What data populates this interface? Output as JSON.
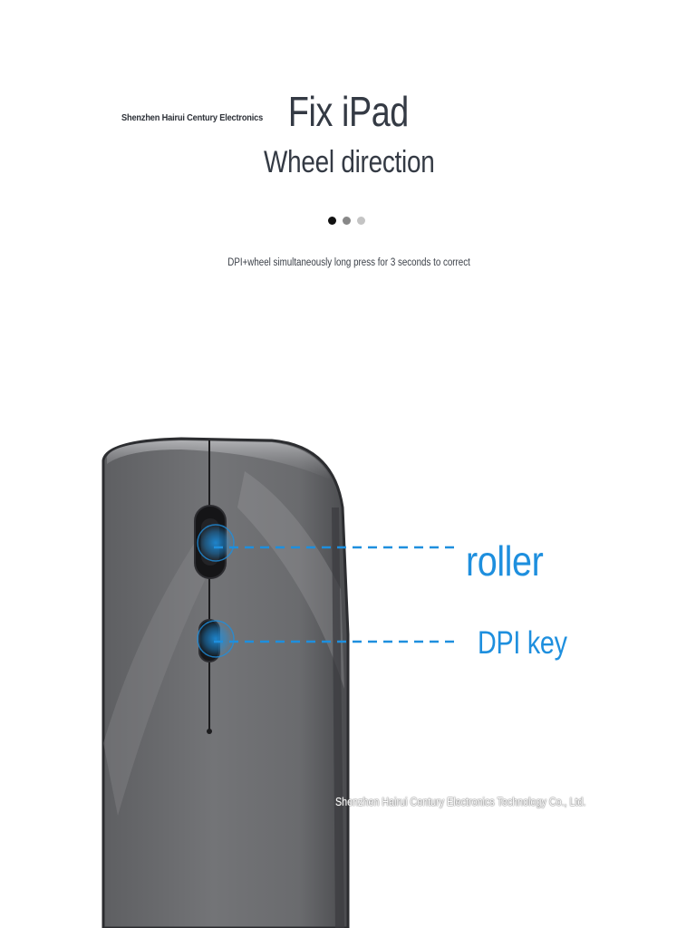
{
  "header": {
    "brand": "Shenzhen Hairui Century Electronics",
    "title": "Fix iPad",
    "subtitle": "Wheel direction"
  },
  "carousel": {
    "dot_colors": [
      "#111111",
      "#888888",
      "#c4c4c4"
    ]
  },
  "instruction": "DPI+wheel simultaneously long press for 3 seconds to correct",
  "callouts": {
    "roller": "roller",
    "dpi_key": "DPI key"
  },
  "watermark": "Shenzhen Hairui Century Electronics Technology Co., Ltd.",
  "colors": {
    "accent": "#1e8fde",
    "heading": "#343a44",
    "mouse_body": "#6e6f72"
  }
}
